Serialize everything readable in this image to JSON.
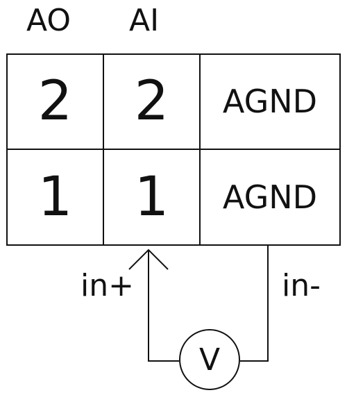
{
  "headers": {
    "ao": "AO",
    "ai": "AI"
  },
  "terminals": {
    "rows": [
      {
        "ao": "2",
        "ai": "2",
        "gnd": "AGND"
      },
      {
        "ao": "1",
        "ai": "1",
        "gnd": "AGND"
      }
    ]
  },
  "wiring": {
    "in_plus": "in+",
    "in_minus": "in-",
    "meter": "V"
  }
}
